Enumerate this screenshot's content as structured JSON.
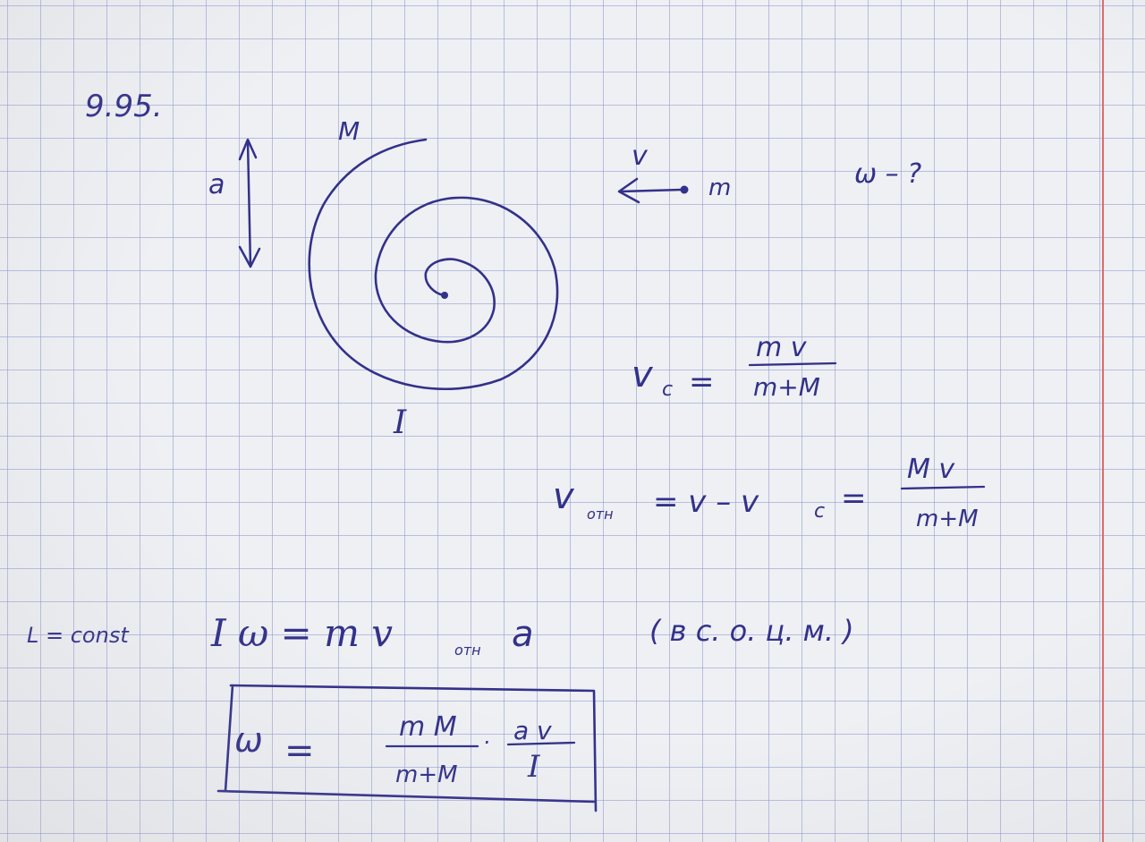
{
  "problem_number": "9.95.",
  "diagram": {
    "mass_M": "M",
    "mass_m": "m",
    "velocity": "v",
    "distance": "a",
    "inertia": "I",
    "unknown": "ω  – ?"
  },
  "equations": {
    "vc_lhs": "v",
    "vc_sub": "c",
    "vc_eq": "=",
    "vc_num": "m v",
    "vc_den": "m+M",
    "vrel_lhs": "v",
    "vrel_sub": "отн",
    "vrel_mid": "=   v –  v",
    "vrel_sub2": "c",
    "vrel_eq": "=",
    "vrel_num": "M v",
    "vrel_den": "m+M",
    "conservation": "L = const",
    "momentum_left": "I ω  =  m v",
    "momentum_sub": "отн",
    "momentum_right": "a",
    "frame_note": "( в  с. о.  ц. м. )"
  },
  "answer": {
    "lhs": "ω",
    "eq": "=",
    "frac1_num": "m M",
    "frac1_den": "m+M",
    "dot": "·",
    "frac2_num": "a v",
    "frac2_den": "I"
  }
}
